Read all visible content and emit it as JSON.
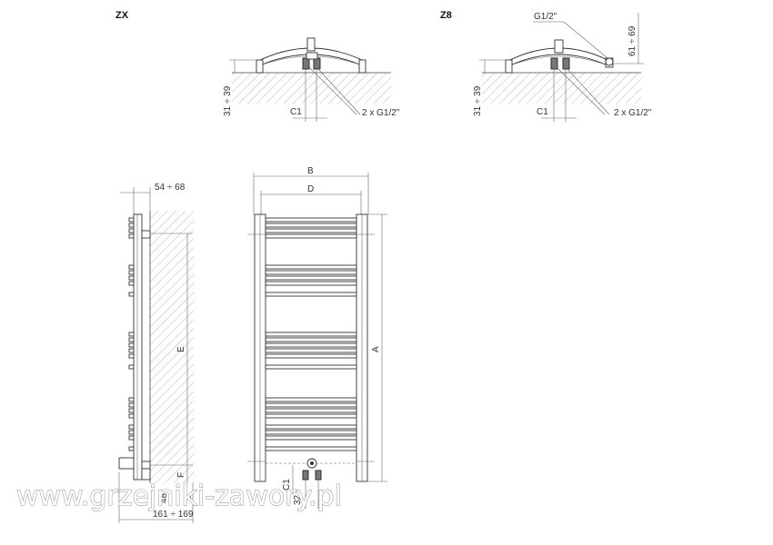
{
  "variants": {
    "zx": {
      "title": "ZX",
      "wall_gap": "31 ÷ 39",
      "offset": "C1",
      "thread_pair": "2 x G1/2\""
    },
    "z8": {
      "title": "Z8",
      "valve_thread": "G1/2\"",
      "height_range": "61 ÷ 69",
      "wall_gap": "31 ÷ 39",
      "offset": "C1",
      "thread_pair": "2 x G1/2\""
    }
  },
  "side_view": {
    "depth_top": "54 ÷ 68",
    "height_label": "E",
    "bottom_label": "F",
    "depth_bottom": "161 ÷ 169",
    "small_a": "48",
    "small_b": "8"
  },
  "front_view": {
    "width_outer": "B",
    "width_inner": "D",
    "height_total": "A",
    "pipe_label": "C1",
    "pipe_label_2": "32"
  },
  "watermark": "www.grzejniki-zawory.pl"
}
